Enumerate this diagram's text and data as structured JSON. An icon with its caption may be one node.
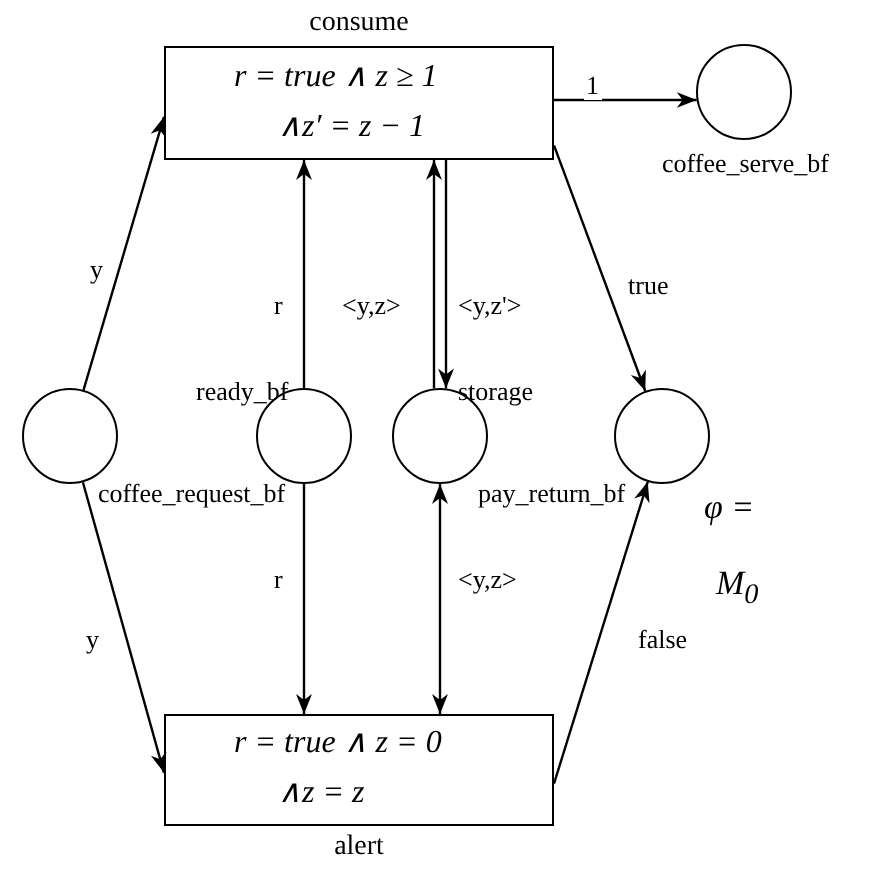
{
  "diagram": {
    "nodes": [
      {
        "text": [
          "consume",
          "r = true ∧ z ≥ 1",
          "∧z′ = z − 1"
        ]
      },
      {
        "text": [
          "coffee_serve_bf"
        ]
      },
      {
        "text": [
          "coffee_request_bf"
        ]
      },
      {
        "text": [
          "ready_bf"
        ]
      },
      {
        "text": [
          "storage"
        ]
      },
      {
        "text": [
          "pay_return_bf"
        ]
      },
      {
        "text": [
          "r = true ∧ z = 0",
          "∧z = z",
          "alert"
        ]
      }
    ],
    "edges": [
      {
        "from": 2,
        "to": 0,
        "arrow": "to",
        "label": "y"
      },
      {
        "from": 3,
        "to": 0,
        "arrow": "to",
        "label": "r"
      },
      {
        "from": 4,
        "to": 0,
        "arrow": "to",
        "label": "<y,z>"
      },
      {
        "from": 0,
        "to": 4,
        "arrow": "to",
        "label": "<y,z'>"
      },
      {
        "from": 0,
        "to": 5,
        "arrow": "to",
        "label": "true"
      },
      {
        "from": 0,
        "to": 1,
        "arrow": "to",
        "label": "1"
      },
      {
        "from": 2,
        "to": 6,
        "arrow": "to",
        "label": "y"
      },
      {
        "from": 3,
        "to": 6,
        "arrow": "to",
        "label": "r"
      },
      {
        "from": 4,
        "to": 6,
        "arrow": "both",
        "label": "<y,z>"
      },
      {
        "from": 6,
        "to": 5,
        "arrow": "to",
        "label": "false"
      }
    ],
    "labels": [
      "φ =",
      "M$_{0}$"
    ]
  }
}
